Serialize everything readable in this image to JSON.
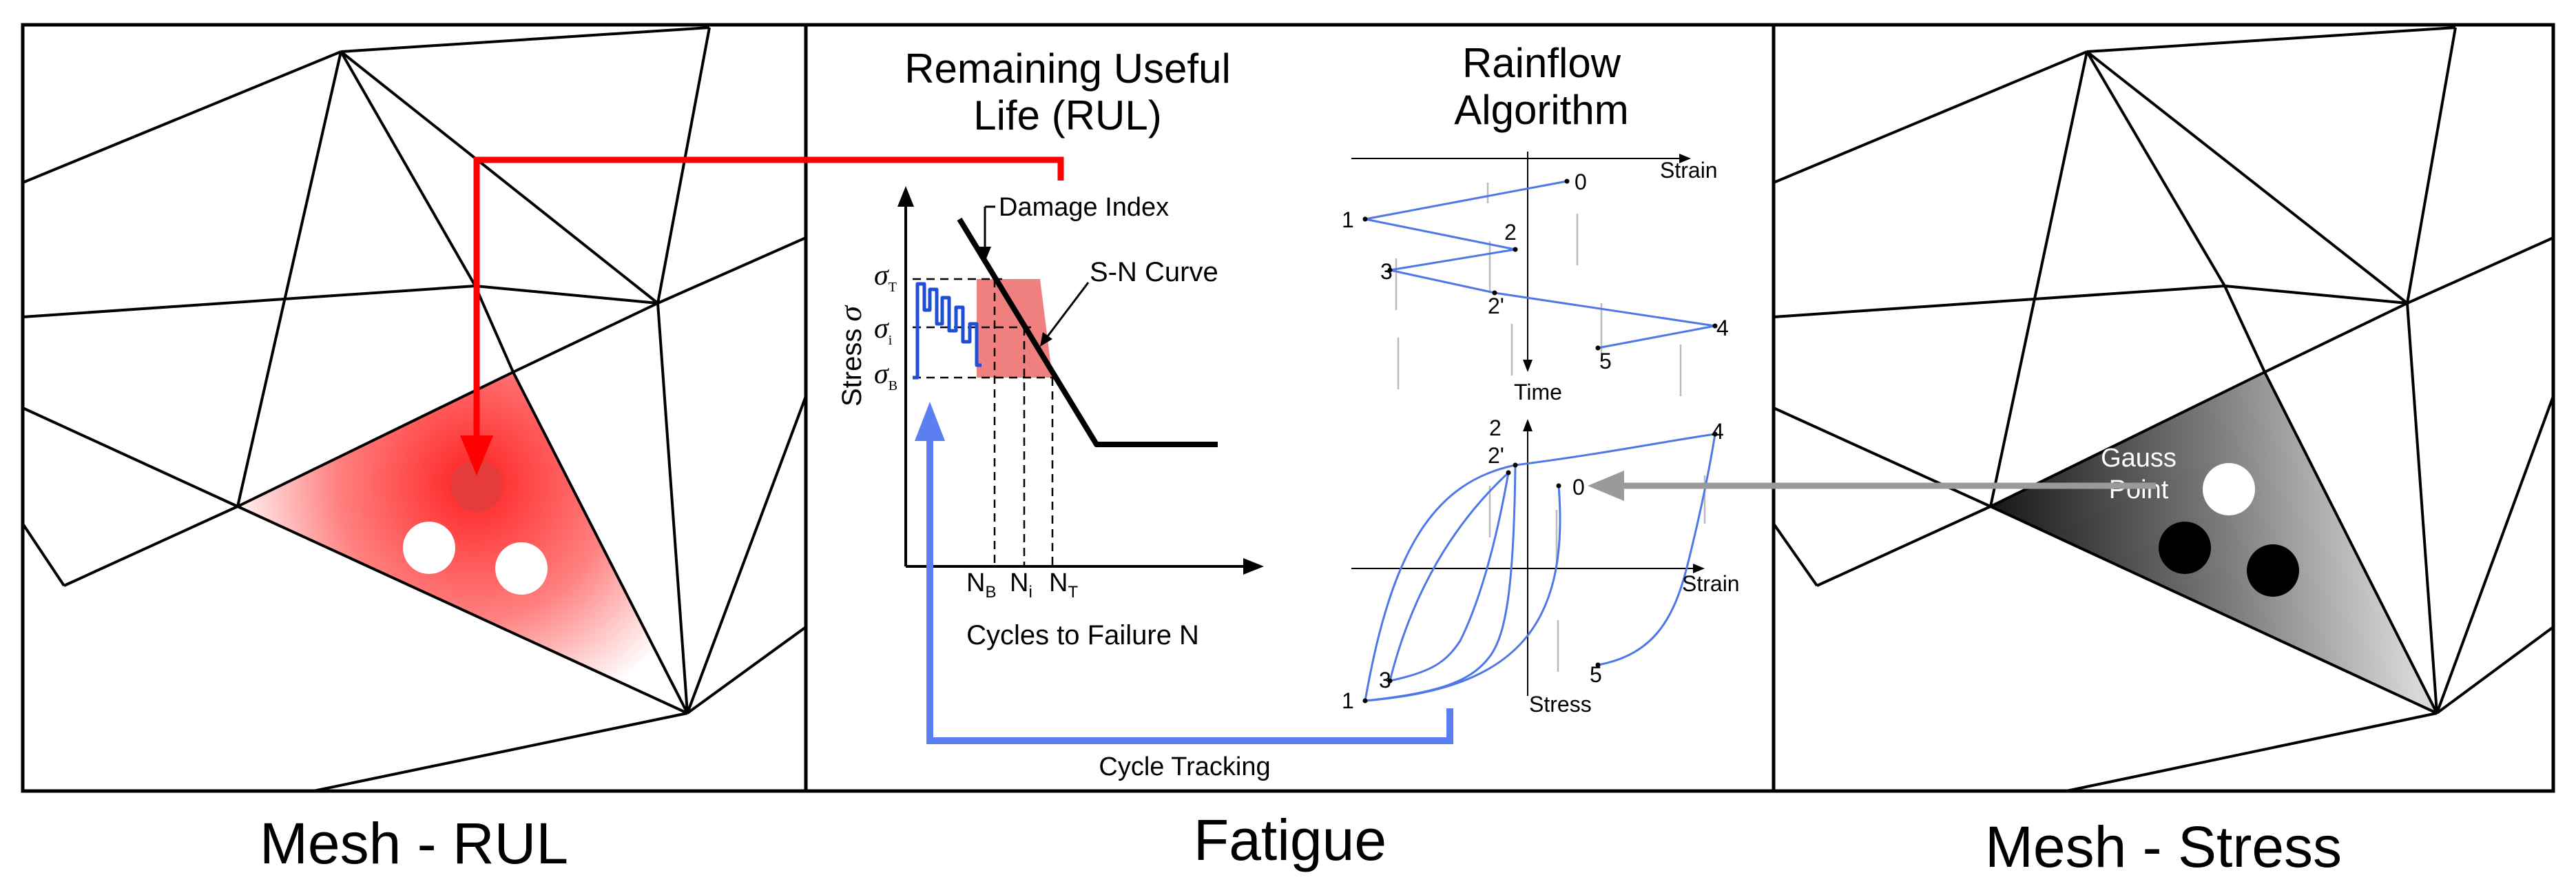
{
  "panels": {
    "left": {
      "caption": "Mesh - RUL"
    },
    "center": {
      "caption": "Fatigue"
    },
    "right": {
      "caption": "Mesh - Stress"
    }
  },
  "fatigue": {
    "rul_title_line1": "Remaining Useful",
    "rul_title_line2": "Life (RUL)",
    "rainflow_title_line1": "Rainflow",
    "rainflow_title_line2": "Algorithm",
    "damage_index": "Damage Index",
    "sn_curve": "S-N Curve",
    "stress_axis": "Stress",
    "sigma": "σ",
    "sigma_t_sub": "T",
    "sigma_i_sub": "i",
    "sigma_b_sub": "B",
    "n_letter": "N",
    "nb_sub": "B",
    "ni_sub": "i",
    "nt_sub": "T",
    "cycles_axis": "Cycles to Failure N",
    "cycle_tracking": "Cycle Tracking"
  },
  "rainflow": {
    "strain_label_top": "Strain",
    "time_label": "Time",
    "strain_label_bottom": "Strain",
    "stress_label": "Stress",
    "top_points": [
      "0",
      "1",
      "2",
      "3",
      "2'",
      "4",
      "5"
    ],
    "bottom_points": [
      "2",
      "2'",
      "0",
      "4",
      "3",
      "1",
      "5"
    ]
  },
  "gauss": {
    "line1": "Gauss",
    "line2": "Point"
  },
  "colors": {
    "rul_red": "#ff0000",
    "tracking_blue": "#5b7ff0",
    "signal_blue": "#1f4fd6",
    "curve_blue": "#4d78e6",
    "damage_fill": "#f08080",
    "gray_arrow": "#9a9a9a"
  }
}
